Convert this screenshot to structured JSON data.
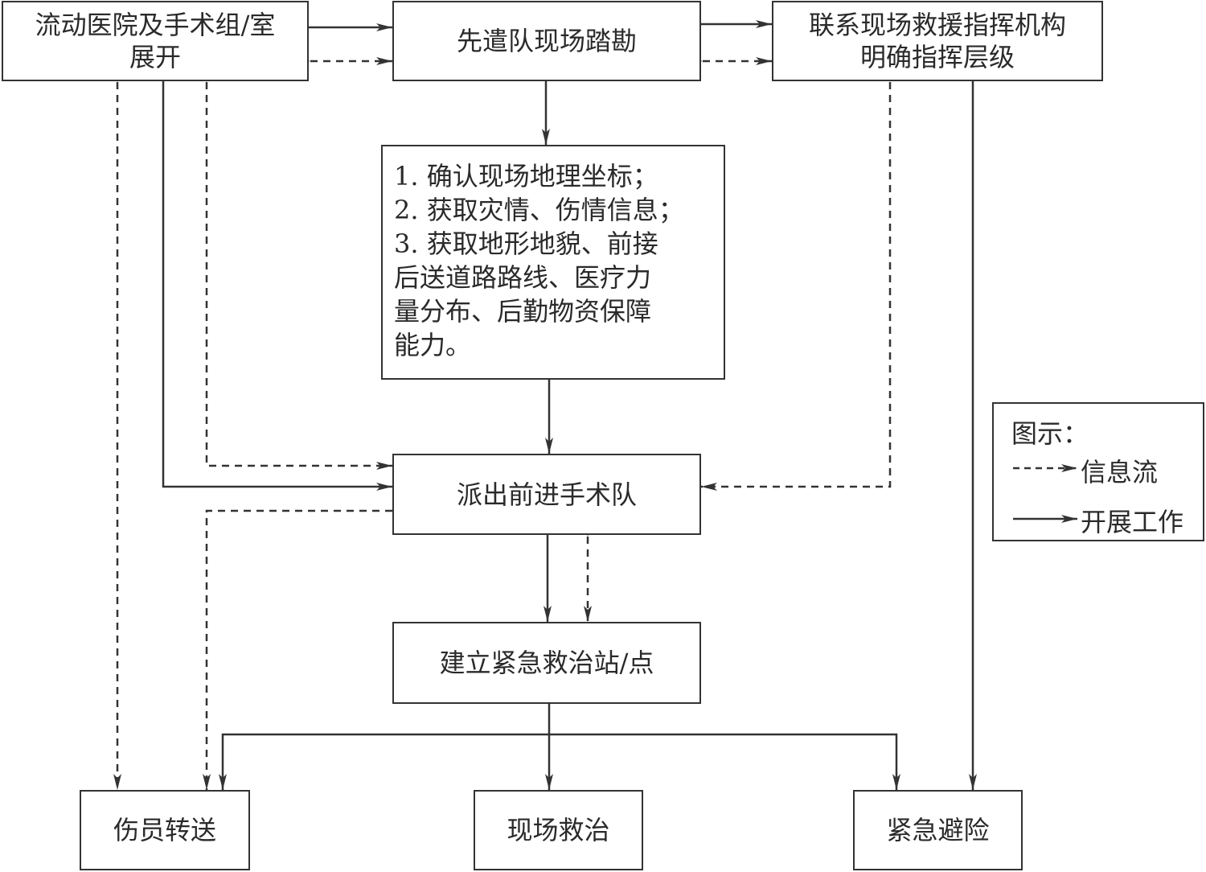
{
  "nodes": {
    "mobile_hospital": {
      "line1": "流动医院及手术组/室",
      "line2": "展开"
    },
    "advance_team": {
      "label": "先遣队现场踏勘"
    },
    "command": {
      "line1": "联系现场救援指挥机构",
      "line2": "明确指挥层级"
    },
    "tasks": {
      "lines": [
        "1. 确认现场地理坐标；",
        "2. 获取灾情、伤情信息；",
        "3. 获取地形地貌、前接",
        "后送道路路线、医疗力",
        "量分布、后勤物资保障",
        "能力。"
      ]
    },
    "forward_team": {
      "label": "派出前进手术队"
    },
    "emergency_station": {
      "label": "建立紧急救治站/点"
    },
    "casualty_transfer": {
      "label": "伤员转送"
    },
    "onsite_treatment": {
      "label": "现场救治"
    },
    "emergency_evacuation": {
      "label": "紧急避险"
    }
  },
  "legend": {
    "title": "图示：",
    "info_flow": "信息流",
    "work_flow": "开展工作"
  },
  "colors": {
    "line": "#333333"
  }
}
